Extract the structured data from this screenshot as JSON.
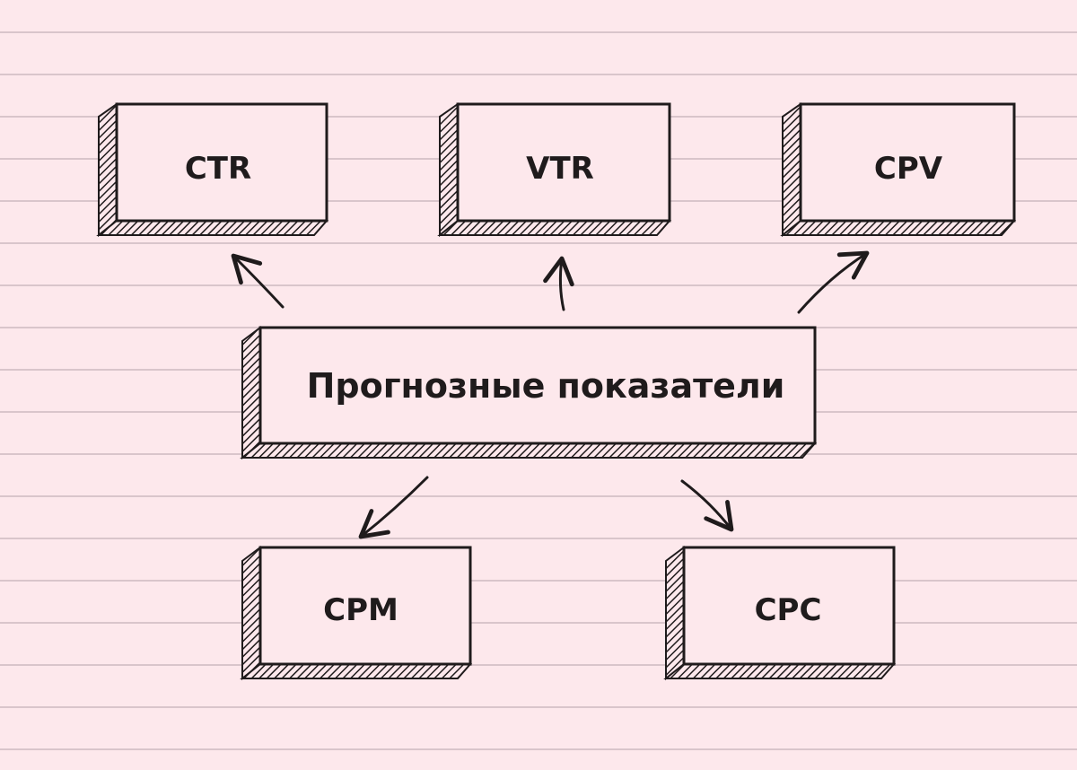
{
  "diagram": {
    "center_node": {
      "label": "Прогнозные показатели"
    },
    "top_nodes": [
      {
        "label": "CTR"
      },
      {
        "label": "VTR"
      },
      {
        "label": "CPV"
      }
    ],
    "bottom_nodes": [
      {
        "label": "CPM"
      },
      {
        "label": "CPC"
      }
    ]
  },
  "colors": {
    "background": "#fde8ec",
    "lines": "#d9c5cb",
    "ink": "#1f1b1c",
    "box_fill": "#fde8ec"
  }
}
